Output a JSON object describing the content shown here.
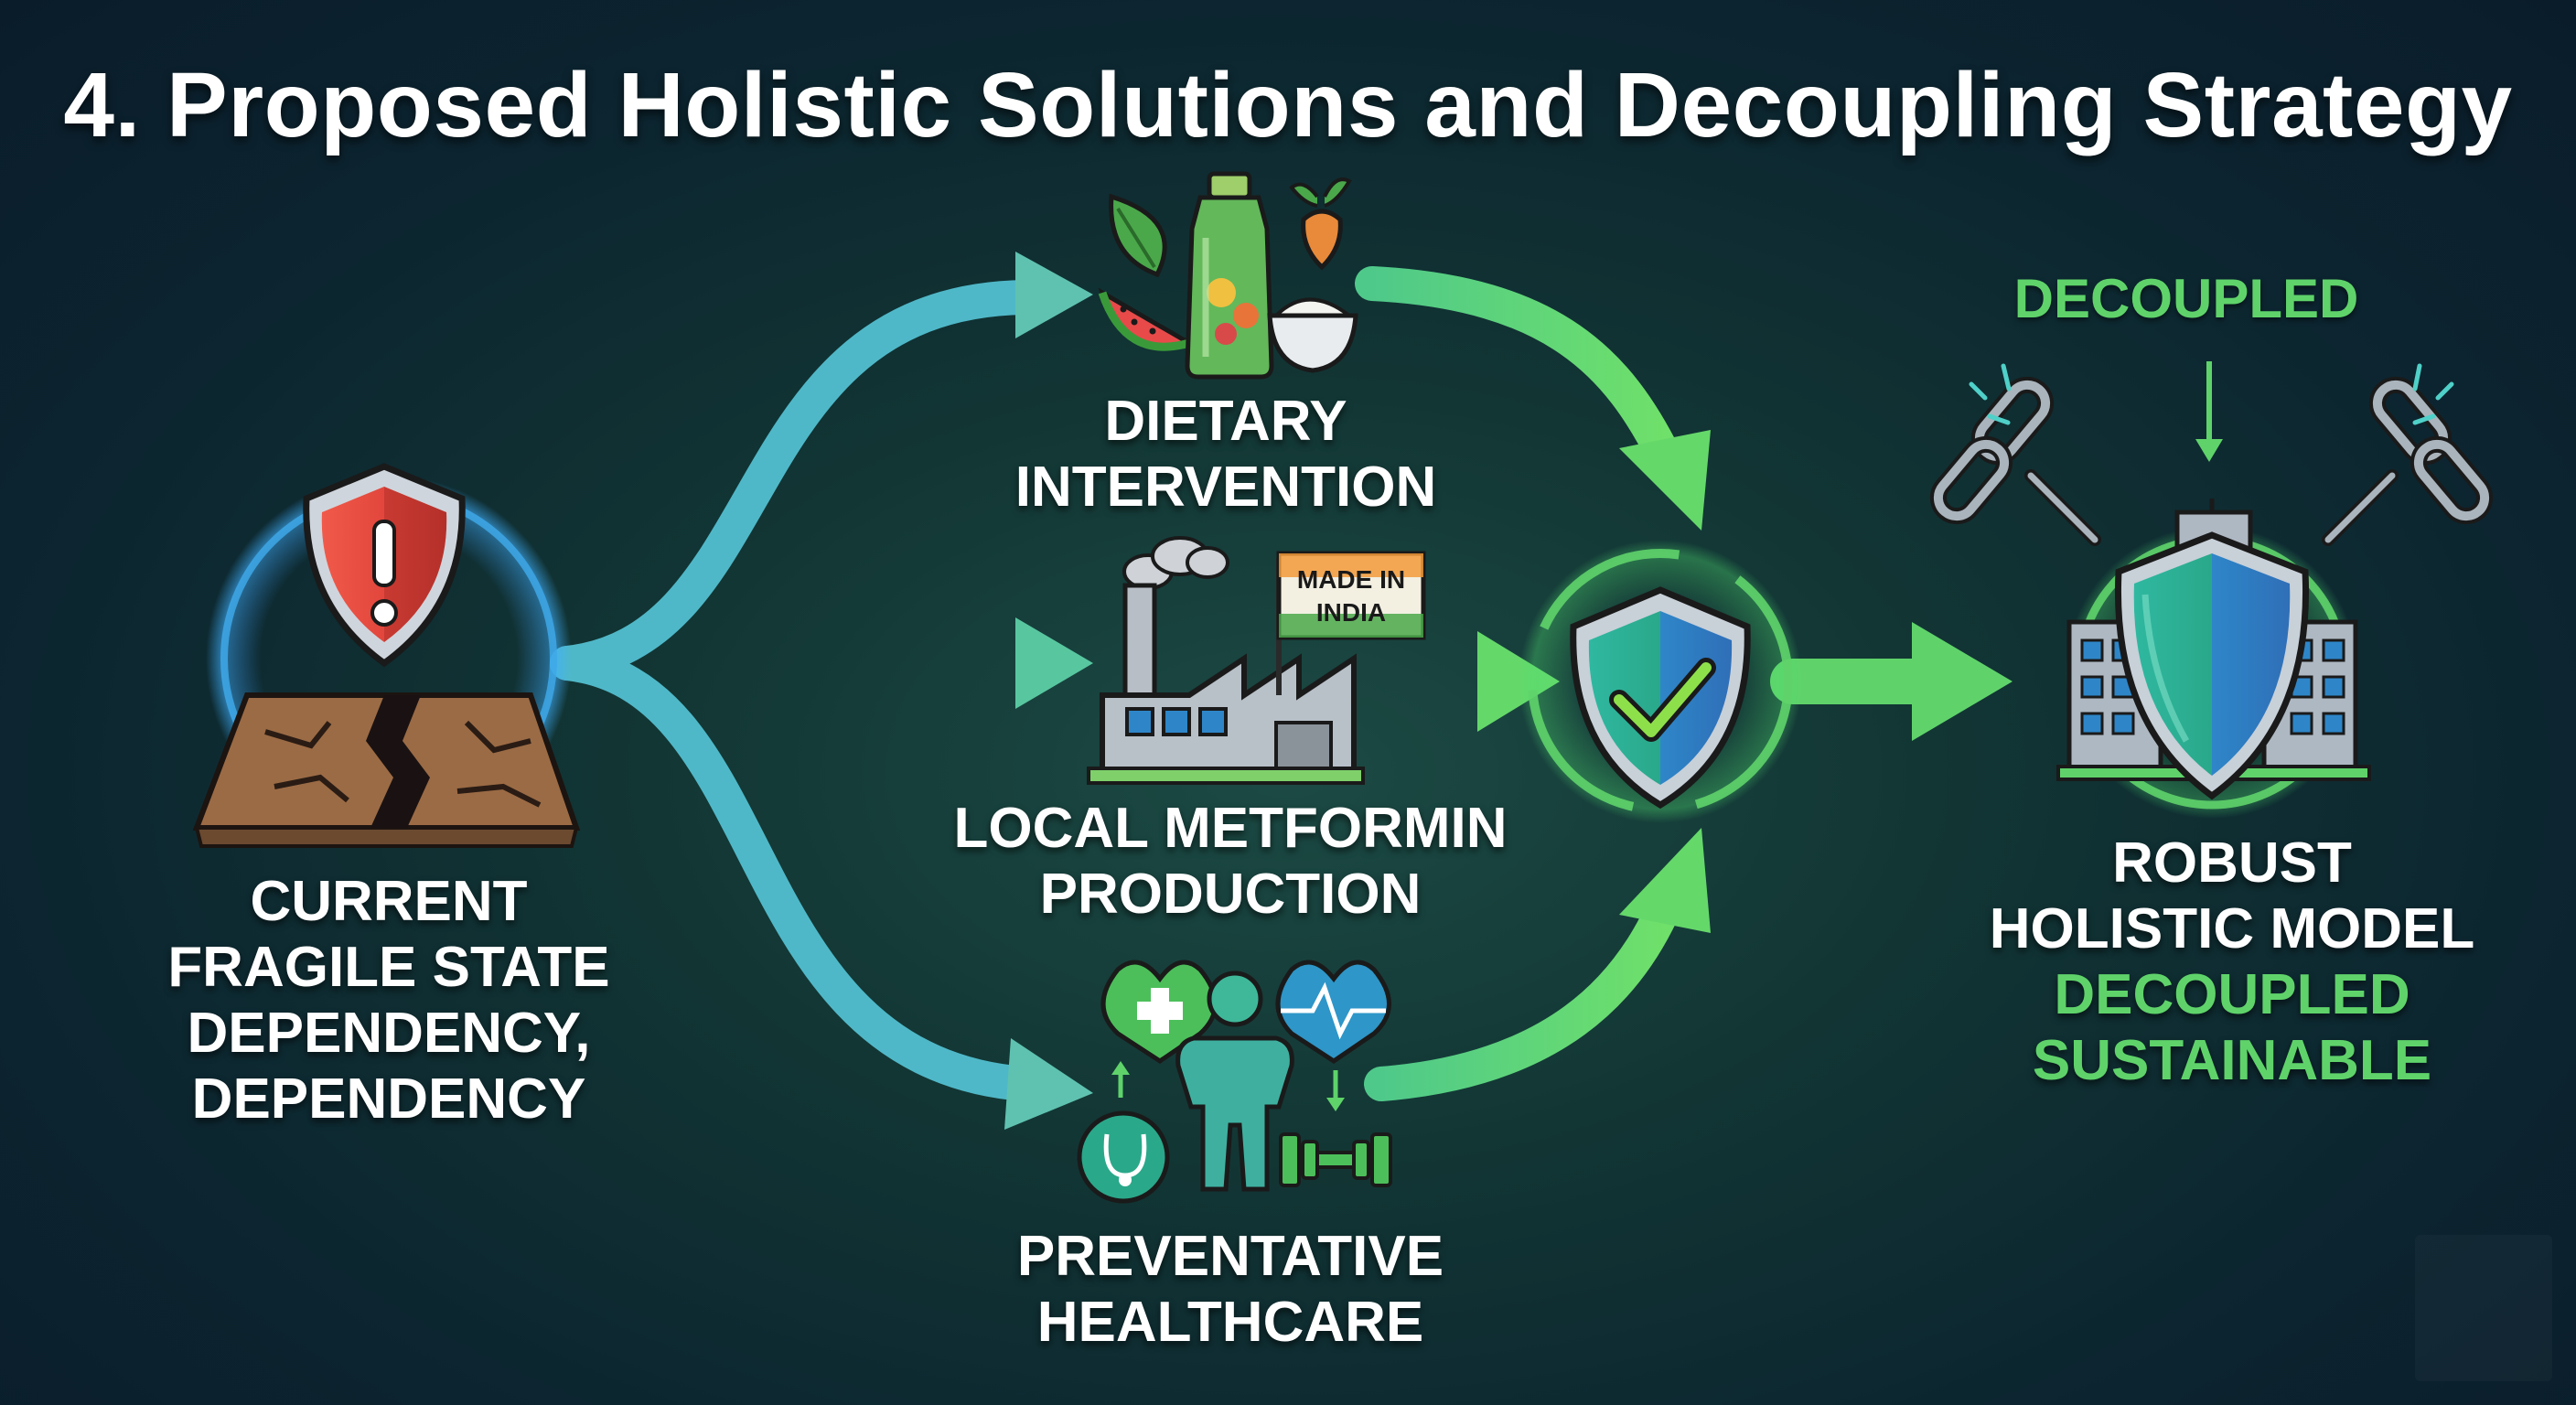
{
  "title": "4. Proposed Holistic Solutions and Decoupling Strategy",
  "left_node": {
    "lines": [
      "CURRENT",
      "FRAGILE STATE",
      "DEPENDENCY,",
      "DEPENDENCY"
    ]
  },
  "branches": [
    {
      "lines": [
        "DIETARY",
        "INTERVENTION"
      ]
    },
    {
      "lines": [
        "LOCAL METFORMIN",
        "PRODUCTION"
      ],
      "sign": [
        "MADE IN",
        "INDIA"
      ]
    },
    {
      "lines": [
        "PREVENTATIVE",
        "HEALTHCARE"
      ]
    }
  ],
  "right_node": {
    "top_label": "DECOUPLED",
    "lines": [
      "ROBUST",
      "HOLISTIC MODEL"
    ],
    "green_lines": [
      "DECOUPLED",
      "SUSTAINABLE"
    ]
  },
  "colors": {
    "background": "#0c2530",
    "arrow_blue": "#4aa8e0",
    "arrow_green": "#5fd36a",
    "warning_red": "#e2463c",
    "shield_teal": "#2aa88a",
    "accent_green": "#5fd36a"
  },
  "icons": [
    "warning-shield-icon",
    "cracked-ground-icon",
    "vegetables-bottle-rice-icon",
    "factory-icon",
    "healthcare-person-icon",
    "shield-check-icon",
    "broken-chain-icon",
    "shield-building-icon"
  ]
}
